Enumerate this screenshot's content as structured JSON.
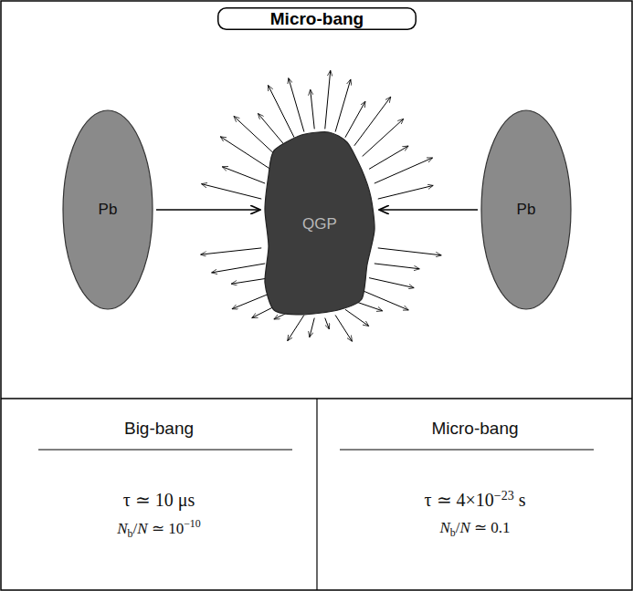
{
  "diagram": {
    "nodes": [
      {
        "text": [
          "Micro-bang"
        ]
      },
      {
        "text": [
          "Pb"
        ]
      },
      {
        "text": [
          "QGP"
        ]
      },
      {
        "text": [
          "Pb"
        ]
      }
    ],
    "edges": [
      {
        "from": 1,
        "to": 2,
        "arrow": "to"
      },
      {
        "from": 3,
        "to": 2,
        "arrow": "to"
      }
    ],
    "labels": [
      "Big-bang",
      "Micro-bang",
      "τ ≃ 10 μs",
      "τ ≃ 4×10−23 s",
      "Nb/N ≃ 10−10",
      "Nb/N ≃ 0.1"
    ]
  }
}
